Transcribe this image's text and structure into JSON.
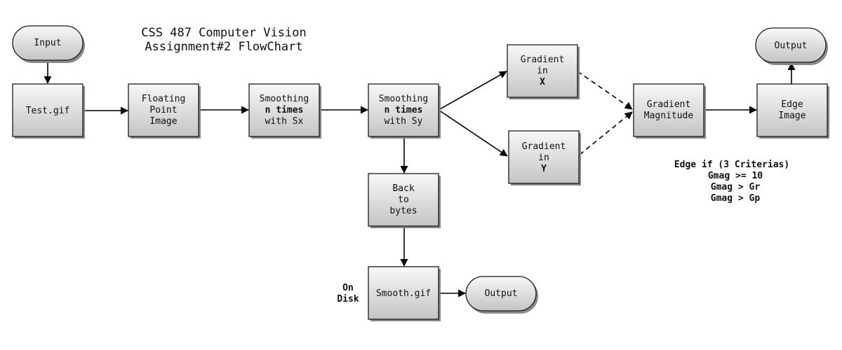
{
  "title": {
    "line1": "CSS 487 Computer Vision",
    "line2": "Assignment#2 FlowChart"
  },
  "nodes": {
    "input": "Input",
    "test_gif": "Test.gif",
    "floating": [
      "Floating",
      "Point",
      "Image"
    ],
    "smooth_x": [
      "Smoothing",
      "n times",
      "with Sx"
    ],
    "smooth_y": [
      "Smoothing",
      "n times",
      "with Sy"
    ],
    "gradient_x": [
      "Gradient",
      "in",
      "X"
    ],
    "gradient_y": [
      "Gradient",
      "in",
      "Y"
    ],
    "gradient_mag": [
      "Gradient",
      "Magnitude"
    ],
    "edge_image": [
      "Edge",
      "Image"
    ],
    "output_top": "Output",
    "back_to_bytes": [
      "Back",
      "to",
      "bytes"
    ],
    "smooth_gif": "Smooth.gif",
    "output_bottom": "Output"
  },
  "on_disk_label": [
    "On",
    "Disk"
  ],
  "criteria_note": {
    "heading": "Edge if (3 Criterias)",
    "lines": [
      "Gmag >= 10",
      "Gmag > Gr",
      "Gmag > Gp"
    ]
  },
  "colors": {
    "box_light": "#f8f8f8",
    "box_dark": "#c4c4c4",
    "stroke": "#1a1a1a",
    "shadow": "#888888"
  }
}
